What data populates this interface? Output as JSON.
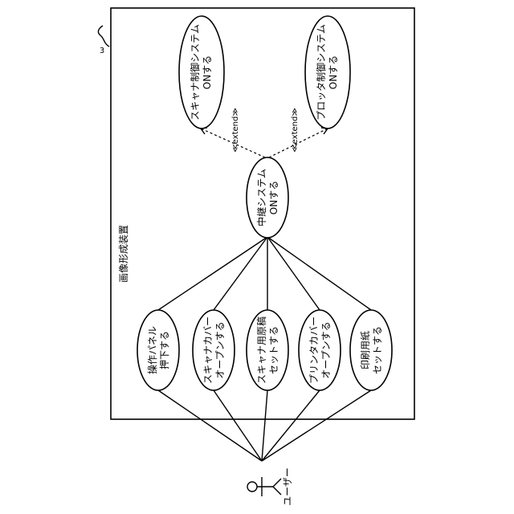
{
  "system": {
    "label": "画像形成装置",
    "ref": "3"
  },
  "actor": {
    "label": "ユーザー"
  },
  "use_cases": [
    {
      "id": "panel",
      "line1": "操作パネル",
      "line2": "押下する"
    },
    {
      "id": "scanner-cover",
      "line1": "スキャナカバー",
      "line2": "オープンする"
    },
    {
      "id": "document",
      "line1": "スキャナ用原稿",
      "line2": "セットする"
    },
    {
      "id": "printer-cover",
      "line1": "プリンタカバー",
      "line2": "オープンする"
    },
    {
      "id": "paper",
      "line1": "印刷用紙",
      "line2": "セットする"
    }
  ],
  "relay": {
    "line1": "中継システム",
    "line2": "ONする"
  },
  "extensions": [
    {
      "id": "scanner-control",
      "line1": "スキャナ制御システム",
      "line2": "ONする"
    },
    {
      "id": "plotter-control",
      "line1": "プロッタ制御システム",
      "line2": "ONする"
    }
  ],
  "extend_label": "≪extend≫"
}
